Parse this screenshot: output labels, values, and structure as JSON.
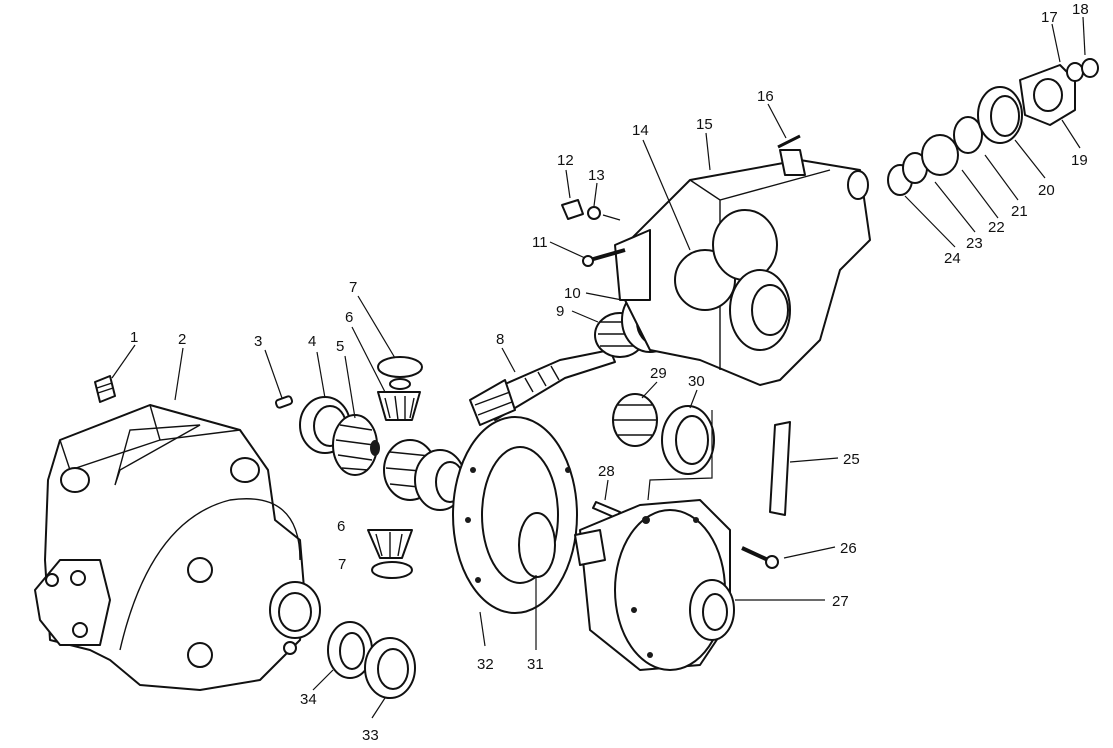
{
  "diagram": {
    "callouts": [
      {
        "id": "c1",
        "label": "1"
      },
      {
        "id": "c2",
        "label": "2"
      },
      {
        "id": "c3",
        "label": "3"
      },
      {
        "id": "c4",
        "label": "4"
      },
      {
        "id": "c5",
        "label": "5"
      },
      {
        "id": "c6a",
        "label": "6"
      },
      {
        "id": "c6b",
        "label": "6"
      },
      {
        "id": "c7a",
        "label": "7"
      },
      {
        "id": "c7b",
        "label": "7"
      },
      {
        "id": "c8",
        "label": "8"
      },
      {
        "id": "c9",
        "label": "9"
      },
      {
        "id": "c10",
        "label": "10"
      },
      {
        "id": "c11",
        "label": "11"
      },
      {
        "id": "c12",
        "label": "12"
      },
      {
        "id": "c13",
        "label": "13"
      },
      {
        "id": "c14",
        "label": "14"
      },
      {
        "id": "c15",
        "label": "15"
      },
      {
        "id": "c16",
        "label": "16"
      },
      {
        "id": "c17",
        "label": "17"
      },
      {
        "id": "c18",
        "label": "18"
      },
      {
        "id": "c19",
        "label": "19"
      },
      {
        "id": "c20",
        "label": "20"
      },
      {
        "id": "c21",
        "label": "21"
      },
      {
        "id": "c22",
        "label": "22"
      },
      {
        "id": "c23",
        "label": "23"
      },
      {
        "id": "c24",
        "label": "24"
      },
      {
        "id": "c25",
        "label": "25"
      },
      {
        "id": "c26",
        "label": "26"
      },
      {
        "id": "c27",
        "label": "27"
      },
      {
        "id": "c28",
        "label": "28"
      },
      {
        "id": "c29",
        "label": "29"
      },
      {
        "id": "c30",
        "label": "30"
      },
      {
        "id": "c31",
        "label": "31"
      },
      {
        "id": "c32",
        "label": "32"
      },
      {
        "id": "c33",
        "label": "33"
      },
      {
        "id": "c34",
        "label": "34"
      }
    ]
  }
}
